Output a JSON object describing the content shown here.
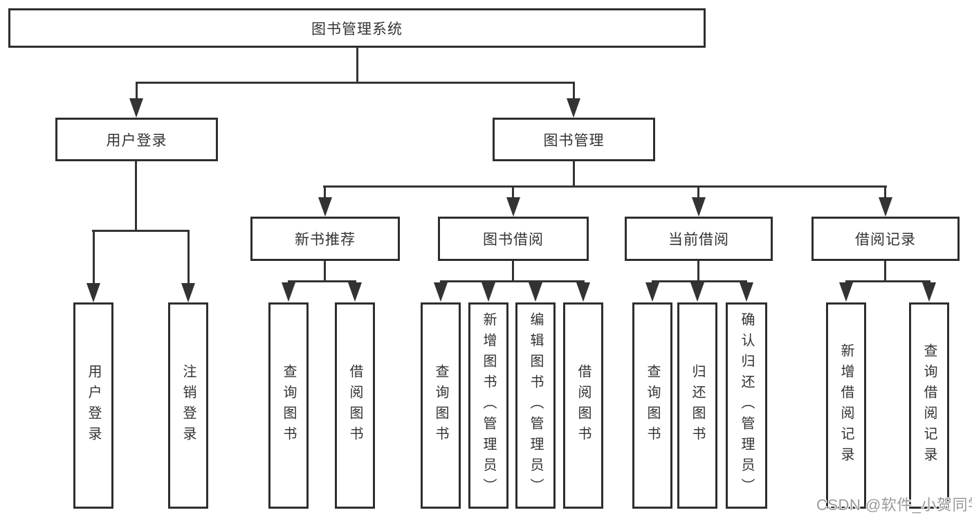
{
  "tree": {
    "label": "图书管理系统",
    "children": [
      {
        "label": "用户登录",
        "children": [
          {
            "label": "用户登录"
          },
          {
            "label": "注销登录"
          }
        ]
      },
      {
        "label": "图书管理",
        "children": [
          {
            "label": "新书推荐",
            "children": [
              {
                "label": "查询图书"
              },
              {
                "label": "借阅图书"
              }
            ]
          },
          {
            "label": "图书借阅",
            "children": [
              {
                "label": "查询图书"
              },
              {
                "label": "新增图书（管理员）"
              },
              {
                "label": "编辑图书（管理员）"
              },
              {
                "label": "借阅图书"
              }
            ]
          },
          {
            "label": "当前借阅",
            "children": [
              {
                "label": "查询图书"
              },
              {
                "label": "归还图书"
              },
              {
                "label": "确认归还（管理员）"
              }
            ]
          },
          {
            "label": "借阅记录",
            "children": [
              {
                "label": "新增借阅记录"
              },
              {
                "label": "查询借阅记录"
              }
            ]
          }
        ]
      }
    ]
  },
  "watermark": {
    "text": "CSDN @软件_小贺同学"
  },
  "colors": {
    "background": "#ffffff",
    "box_border": "#2e2e2e",
    "line": "#333333",
    "text": "#333333",
    "watermark": "#9a9a9a"
  }
}
